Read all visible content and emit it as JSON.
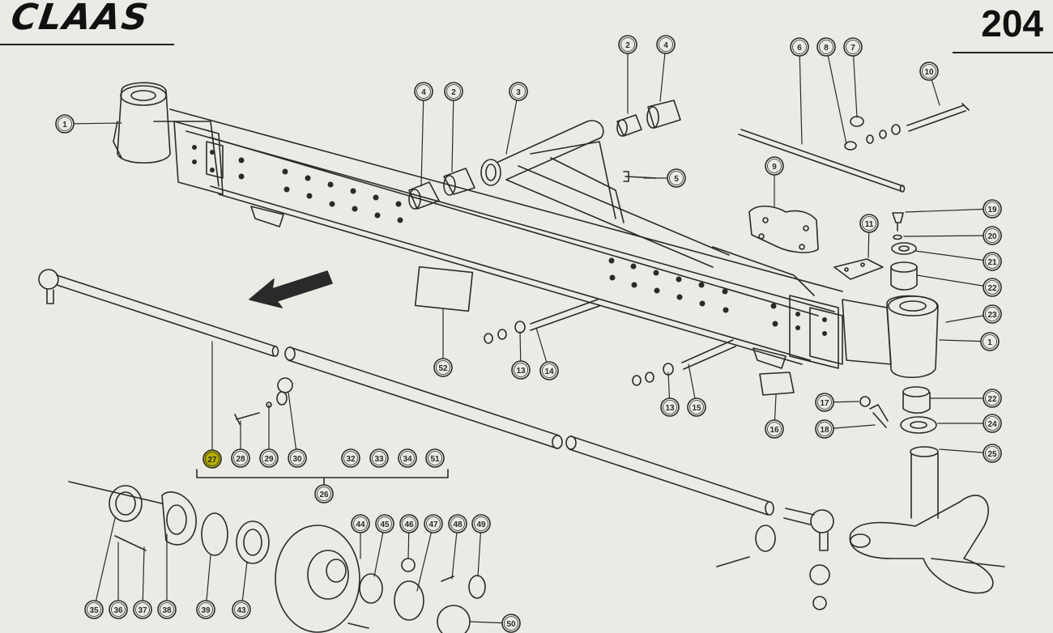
{
  "header": {
    "brand": "CLAAS",
    "page_number": "204"
  },
  "colors": {
    "paper": "#eceae4",
    "ink": "#2a2a2a",
    "highlight": "#b8b000"
  },
  "icons": {
    "direction_arrow": "arrow-direction-icon"
  },
  "callouts": [
    {
      "id": "c1a",
      "label": "1"
    },
    {
      "id": "c1b",
      "label": "1"
    },
    {
      "id": "c2a",
      "label": "2"
    },
    {
      "id": "c2b",
      "label": "2"
    },
    {
      "id": "c3",
      "label": "3"
    },
    {
      "id": "c4a",
      "label": "4"
    },
    {
      "id": "c4b",
      "label": "4"
    },
    {
      "id": "c5",
      "label": "5"
    },
    {
      "id": "c6",
      "label": "6"
    },
    {
      "id": "c7",
      "label": "7"
    },
    {
      "id": "c8",
      "label": "8"
    },
    {
      "id": "c9",
      "label": "9"
    },
    {
      "id": "c10",
      "label": "10"
    },
    {
      "id": "c11",
      "label": "11"
    },
    {
      "id": "c13a",
      "label": "13"
    },
    {
      "id": "c13b",
      "label": "13"
    },
    {
      "id": "c14",
      "label": "14"
    },
    {
      "id": "c15",
      "label": "15"
    },
    {
      "id": "c16",
      "label": "16"
    },
    {
      "id": "c17",
      "label": "17"
    },
    {
      "id": "c18",
      "label": "18"
    },
    {
      "id": "c19",
      "label": "19"
    },
    {
      "id": "c20",
      "label": "20"
    },
    {
      "id": "c21",
      "label": "21"
    },
    {
      "id": "c22a",
      "label": "22"
    },
    {
      "id": "c22b",
      "label": "22"
    },
    {
      "id": "c23",
      "label": "23"
    },
    {
      "id": "c24",
      "label": "24"
    },
    {
      "id": "c25",
      "label": "25"
    },
    {
      "id": "c26",
      "label": "26"
    },
    {
      "id": "c27",
      "label": "27"
    },
    {
      "id": "c28",
      "label": "28"
    },
    {
      "id": "c29",
      "label": "29"
    },
    {
      "id": "c30",
      "label": "30"
    },
    {
      "id": "c32",
      "label": "32"
    },
    {
      "id": "c33",
      "label": "33"
    },
    {
      "id": "c34",
      "label": "34"
    },
    {
      "id": "c35",
      "label": "35"
    },
    {
      "id": "c36",
      "label": "36"
    },
    {
      "id": "c37",
      "label": "37"
    },
    {
      "id": "c38",
      "label": "38"
    },
    {
      "id": "c39",
      "label": "39"
    },
    {
      "id": "c43",
      "label": "43"
    },
    {
      "id": "c44",
      "label": "44"
    },
    {
      "id": "c45",
      "label": "45"
    },
    {
      "id": "c46",
      "label": "46"
    },
    {
      "id": "c47",
      "label": "47"
    },
    {
      "id": "c48",
      "label": "48"
    },
    {
      "id": "c49",
      "label": "49"
    },
    {
      "id": "c50",
      "label": "50"
    },
    {
      "id": "c51",
      "label": "51"
    },
    {
      "id": "c52",
      "label": "52"
    }
  ]
}
